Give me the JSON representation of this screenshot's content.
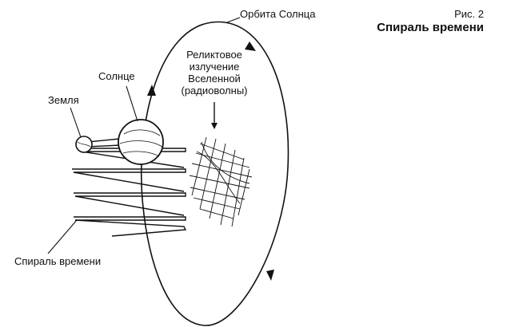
{
  "figure": {
    "number": "Рис. 2",
    "title": "Спираль времени"
  },
  "labels": {
    "sun_orbit": "Орбита Солнца",
    "relic_line1": "Реликтовое",
    "relic_line2": "излучение",
    "relic_line3": "Вселенной",
    "relic_line4": "(радиоволны)",
    "sun": "Солнце",
    "earth": "Земля",
    "time_spiral": "Спираль времени"
  },
  "colors": {
    "ink": "#111111",
    "background": "#ffffff"
  }
}
